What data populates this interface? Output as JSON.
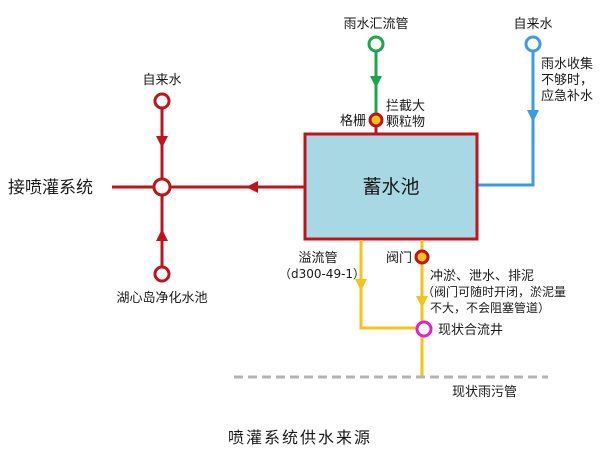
{
  "title": "喷灌系统供水来源",
  "nodes": {
    "rain_pipe": "雨水汇流管",
    "tap_top_right": "自来水",
    "tap_right_note": [
      "雨水收集",
      "不够时，",
      "应急补水"
    ],
    "tap_left": "自来水",
    "grate": "格栅",
    "grate_note": [
      "拦截大",
      "颗粒物"
    ],
    "tank": "蓄水池",
    "sprinkler": "接喷灌系统",
    "island_pool": "湖心岛净化水池",
    "overflow_pipe": "溢流管",
    "overflow_spec": "（d300-49-1）",
    "valve": "阀门",
    "valve_note": [
      "冲淤、泄水、排泥",
      "（阀门可随时开闭，淤泥量",
      "不大，不会阻塞管道）"
    ],
    "confluence_well": "现状合流井",
    "sewer": "现状雨污管"
  },
  "colors": {
    "red": "#c0141c",
    "green": "#19a84a",
    "blue": "#3f9ae6",
    "yellow": "#f7c21a",
    "tank_fill": "#a8d8e4",
    "magenta": "#e021c8",
    "dashed": "#b4b4b4"
  }
}
